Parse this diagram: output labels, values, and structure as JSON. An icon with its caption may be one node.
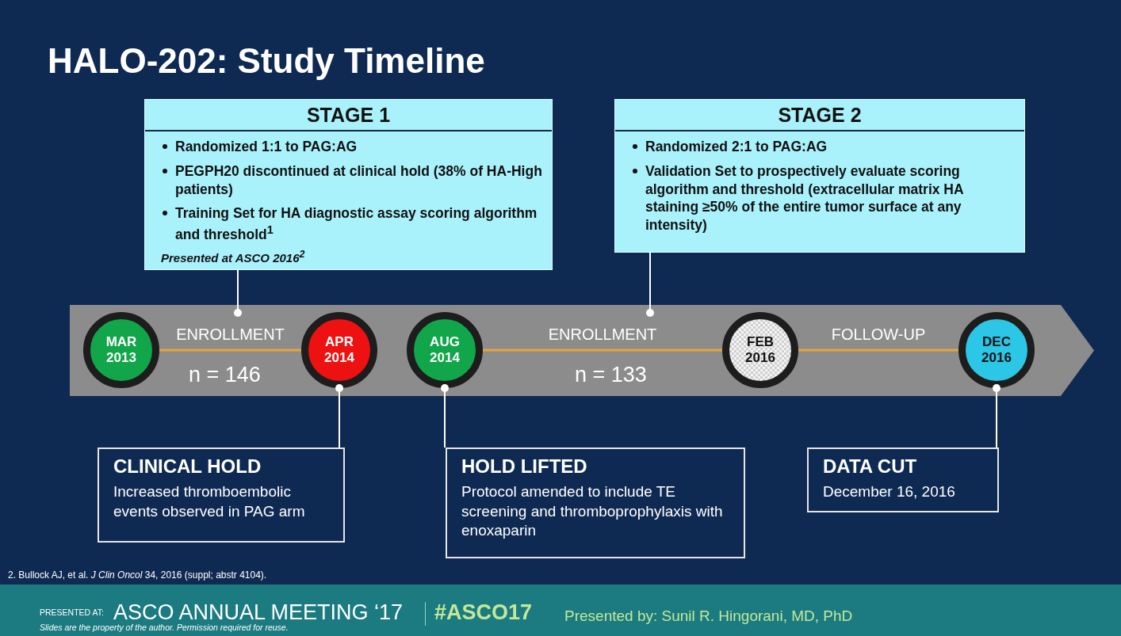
{
  "diagram": {
    "title": "HALO-202: Study Timeline",
    "nodes": [
      {
        "text": [
          "STAGE 1",
          "Randomized 1:1 to PAG:AG",
          "PEGPH20 discontinued at clinical hold (38% of HA-High patients)",
          "Training Set for HA diagnostic assay scoring algorithm and threshold$^{1}$",
          "Presented at ASCO 2016$^{2}$"
        ]
      },
      {
        "text": [
          "STAGE 2",
          "Randomized 2:1 to PAG:AG",
          "Validation Set to prospectively evaluate scoring algorithm and threshold (extracellular matrix HA staining ≥50% of the entire tumor surface at any intensity)"
        ]
      },
      {
        "text": [],
        "shape": "arrow"
      },
      {
        "text": [
          "MAR 2013"
        ],
        "in": 2
      },
      {
        "text": [
          "APR 2014"
        ],
        "in": 2
      },
      {
        "text": [
          "AUG 2014"
        ],
        "in": 2
      },
      {
        "text": [
          "FEB 2016"
        ],
        "in": 2
      },
      {
        "text": [
          "DEC 2016"
        ],
        "in": 2
      },
      {
        "text": [
          "CLINICAL HOLD",
          "Increased thromboembolic events observed in PAG arm"
        ]
      },
      {
        "text": [
          "HOLD LIFTED",
          "Protocol amended to include TE screening and thromboprophylaxis with enoxaparin"
        ]
      },
      {
        "text": [
          "DATA CUT",
          "December 16, 2016"
        ]
      }
    ],
    "edges": [
      {
        "from": 0,
        "to": 2,
        "arrow": "other"
      },
      {
        "from": 1,
        "to": 2,
        "arrow": "other"
      },
      {
        "from": 3,
        "to": 4,
        "arrow": "none",
        "label": "ENROLLMENT",
        "color": "#e8a33c"
      },
      {
        "from": 5,
        "to": 6,
        "arrow": "none",
        "label": "ENROLLMENT",
        "color": "#e8a33c"
      },
      {
        "from": 6,
        "to": 7,
        "arrow": "none",
        "label": "FOLLOW-UP",
        "color": "#e8a33c"
      },
      {
        "from": 8,
        "to": 4,
        "arrow": "other"
      },
      {
        "from": 9,
        "to": 5,
        "arrow": "other"
      },
      {
        "from": 10,
        "to": 7,
        "arrow": "other"
      }
    ],
    "labels": [
      "n = 146",
      "n = 133",
      "2. Bullock AJ, et al. *J Clin Oncol* 34, 2016 (suppl; abstr 4104).",
      "PRESENTED AT:",
      "ASCO ANNUAL MEETING ‘17",
      "#ASCO17",
      "Slides are the property of the author. Permission required for reuse.",
      "Presented by: Sunil R. Hingorani, MD, PhD"
    ]
  }
}
